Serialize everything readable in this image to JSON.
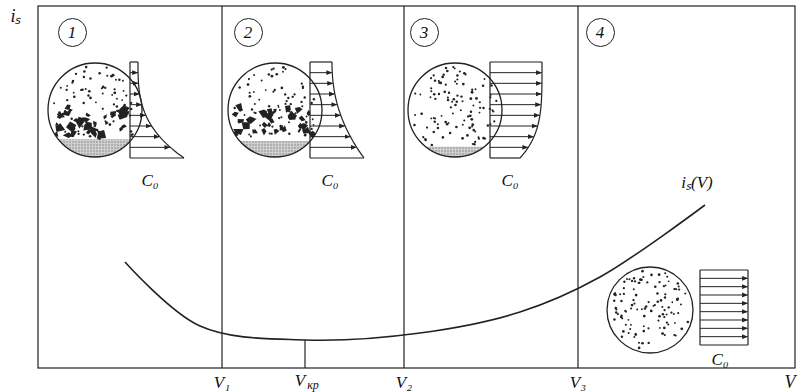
{
  "diagram": {
    "nodes": [
      {
        "text": [
          "1"
        ]
      },
      {
        "text": [
          "2"
        ]
      },
      {
        "text": [
          "3"
        ]
      },
      {
        "text": [
          "4"
        ]
      }
    ],
    "labels": [
      "iₛ",
      "V",
      "V₁",
      "V",
      "кр",
      "V₂",
      "V₃",
      "iₛ(V)",
      "C₀",
      "C₀",
      "C₀",
      "C₀"
    ]
  }
}
